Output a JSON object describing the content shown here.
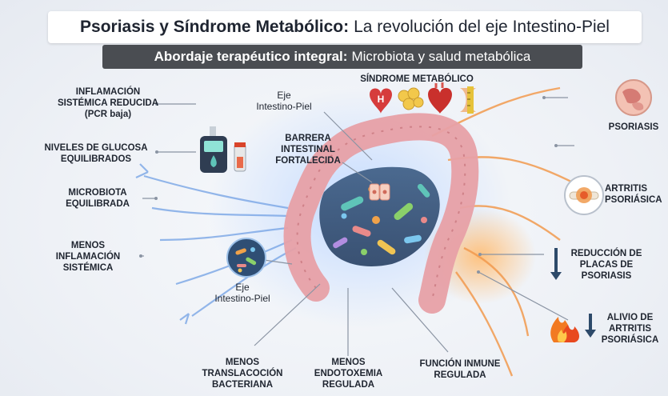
{
  "title": {
    "bold": "Psoriasis y Síndrome Metabólico:",
    "rest": "La revolución del eje Intestino-Piel"
  },
  "subtitle": {
    "bold": "Abordaje terapéutico integral:",
    "rest": "Microbiota y salud metabólica"
  },
  "labels": {
    "inflamacion_sistemica": "INFLAMACIÓN\nSISTÉMICA REDUCIDA\n(PCR baja)",
    "glucosa": "NIVELES DE GLUCOSA\nEQUILIBRADOS",
    "microbiota": "MICROBIOTA\nEQUILIBRADA",
    "menos_inflamacion": "MENOS\nINFLAMACIÓN\nSISTÉMICA",
    "eje_top": "Eje\nIntestino-Piel",
    "eje_bottom": "Eje\nIntestino-Piel",
    "barrera": "BARRERA\nINTESTINAL\nFORTALECIDA",
    "sindrome": "SÍNDROME METABÓLICO",
    "psoriasis": "PSORIASIS",
    "artritis": "ARTRITIS\nPSORIÁSICA",
    "reduccion": "REDUCCIÓN DE\nPLACAS DE\nPSORIASIS",
    "alivio": "ALIVIO DE\nARTRITIS\nPSORIÁSICA",
    "translocacion": "MENOS\nTRANSLACOCIÓN\nBACTERIANA",
    "endotoxemia": "MENOS\nENDOTOXEMIA\nREGULADA",
    "funcion_inmune": "FUNCIÓN INMUNE\nREGULADA"
  },
  "icons": [
    "heart-h-icon",
    "fat-cells-icon",
    "heart-icon",
    "waist-measure-icon",
    "glucometer-icon",
    "skin-icon",
    "joint-icon",
    "fire-icon",
    "microbiota-icon"
  ],
  "colors": {
    "neural_blue": "#5a8fd8",
    "inflammation_orange": "#f08a3c",
    "intestine_pink": "#e7a0a6",
    "arrow_dark": "#2d4a6a"
  }
}
